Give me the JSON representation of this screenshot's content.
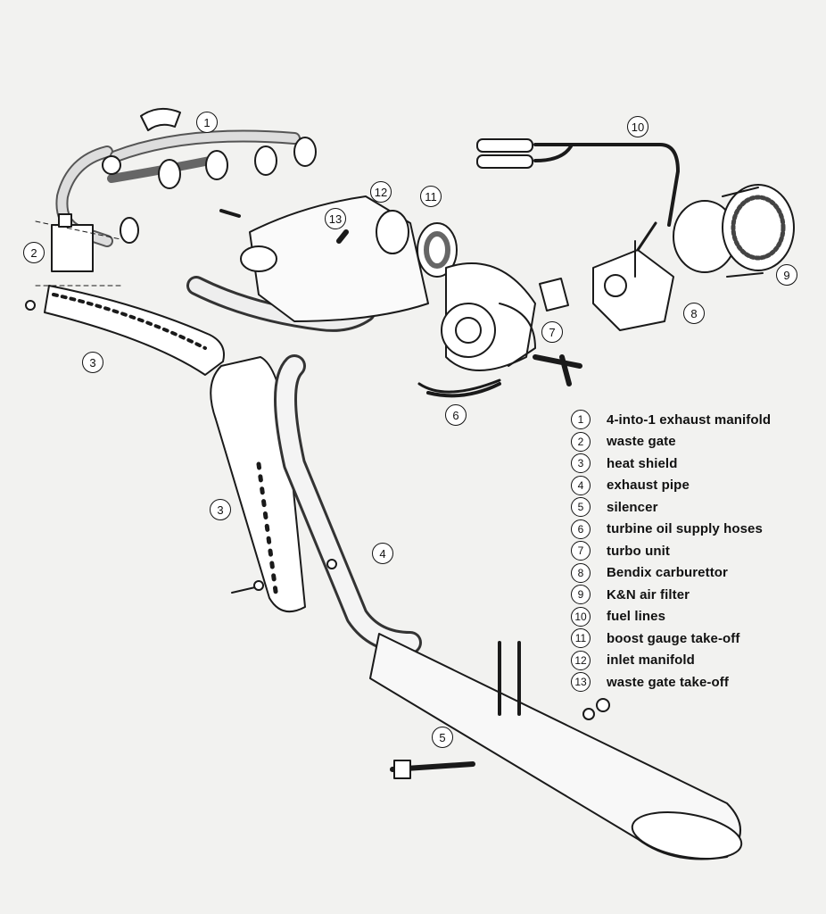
{
  "legend": [
    {
      "num": "1",
      "label": "4-into-1 exhaust manifold"
    },
    {
      "num": "2",
      "label": "waste gate"
    },
    {
      "num": "3",
      "label": "heat shield"
    },
    {
      "num": "4",
      "label": "exhaust pipe"
    },
    {
      "num": "5",
      "label": "silencer"
    },
    {
      "num": "6",
      "label": "turbine oil supply hoses"
    },
    {
      "num": "7",
      "label": "turbo unit"
    },
    {
      "num": "8",
      "label": "Bendix carburettor"
    },
    {
      "num": "9",
      "label": "K&N air filter"
    },
    {
      "num": "10",
      "label": "fuel lines"
    },
    {
      "num": "11",
      "label": "boost gauge take-off"
    },
    {
      "num": "12",
      "label": "inlet manifold"
    },
    {
      "num": "13",
      "label": "waste gate take-off"
    }
  ],
  "callouts": {
    "c1": "1",
    "c2": "2",
    "c3a": "3",
    "c3b": "3",
    "c4": "4",
    "c5": "5",
    "c6": "6",
    "c7": "7",
    "c8": "8",
    "c9": "9",
    "c10": "10",
    "c11": "11",
    "c12": "12",
    "c13": "13"
  }
}
